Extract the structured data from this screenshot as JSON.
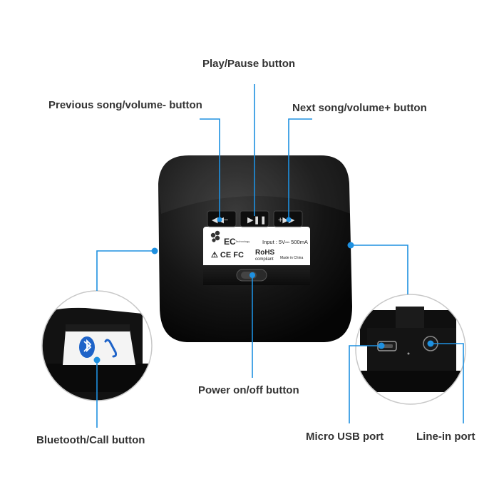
{
  "labels": {
    "play_pause": "Play/Pause button",
    "previous": "Previous song/volume- button",
    "next": "Next song/volume+ button",
    "power": "Power on/off  button",
    "bluetooth_call": "Bluetooth/Call button",
    "micro_usb": "Micro USB port",
    "line_in": "Line-in port"
  },
  "device_panel": {
    "brand": "EC",
    "brand_sub": "Technology",
    "input_spec": "Input : 5V⎓ 500mA",
    "certifications": "⚠ CE FC",
    "rohs": "RoHS",
    "rohs_sub": "compliant",
    "made_in": "Made in China"
  },
  "colors": {
    "accent": "#1e90e0",
    "device": "#1a1a1a",
    "label_text": "#333333"
  }
}
